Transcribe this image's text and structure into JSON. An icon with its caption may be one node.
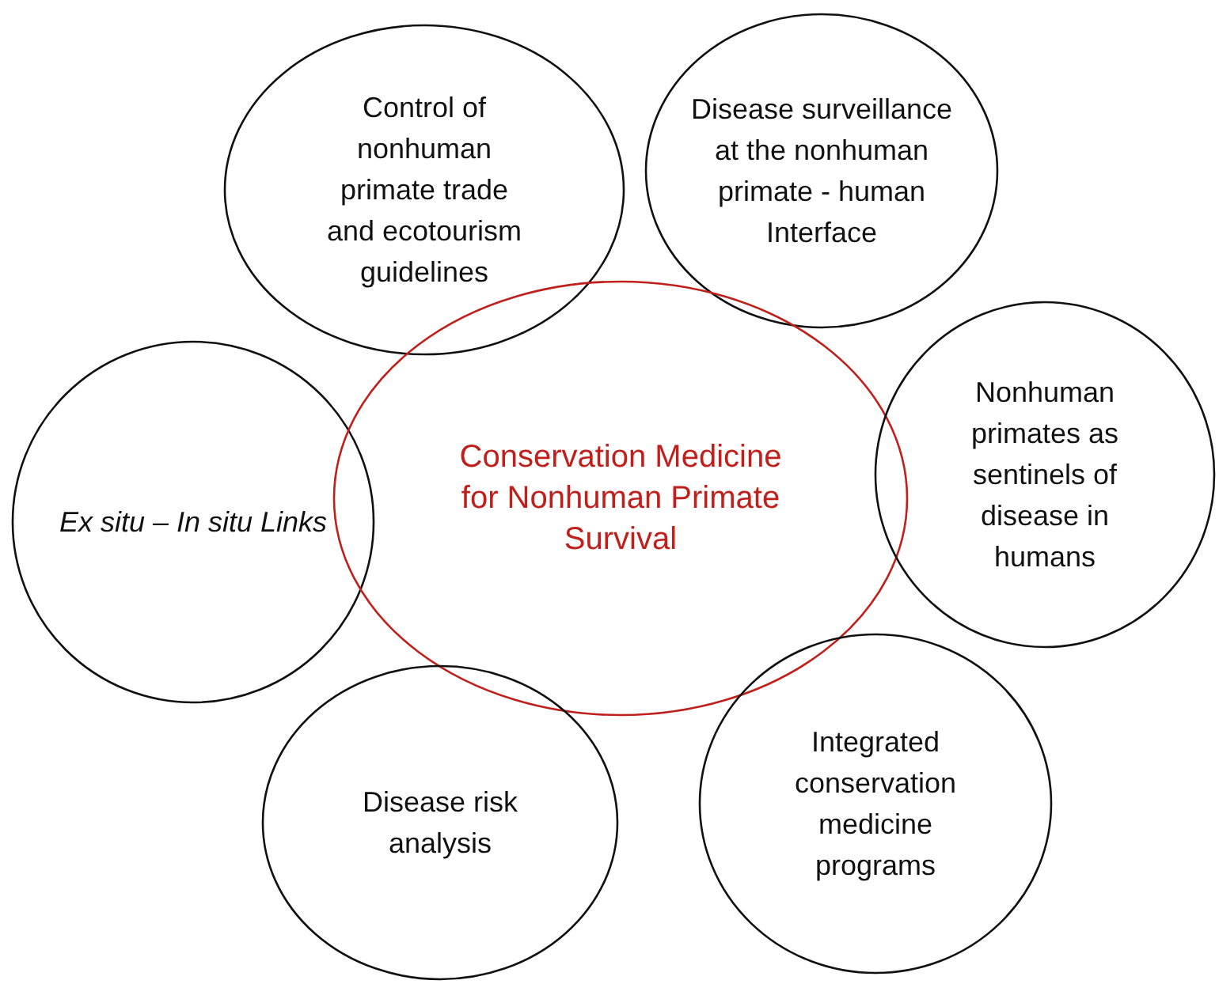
{
  "diagram": {
    "nodes": [
      {
        "text": [
          "Control of nonhuman primate trade and ecotourism guidelines"
        ]
      },
      {
        "text": [
          "Disease surveillance at the nonhuman primate - human Interface"
        ]
      },
      {
        "text": [
          "Ex situ – In situ Links"
        ]
      },
      {
        "text": [
          "Conservation Medicine for Nonhuman Primate Survival"
        ]
      },
      {
        "text": [
          "Nonhuman primates as sentinels of disease in humans"
        ]
      },
      {
        "text": [
          "Disease risk analysis"
        ]
      },
      {
        "text": [
          "Integrated conservation medicine programs"
        ]
      }
    ]
  }
}
